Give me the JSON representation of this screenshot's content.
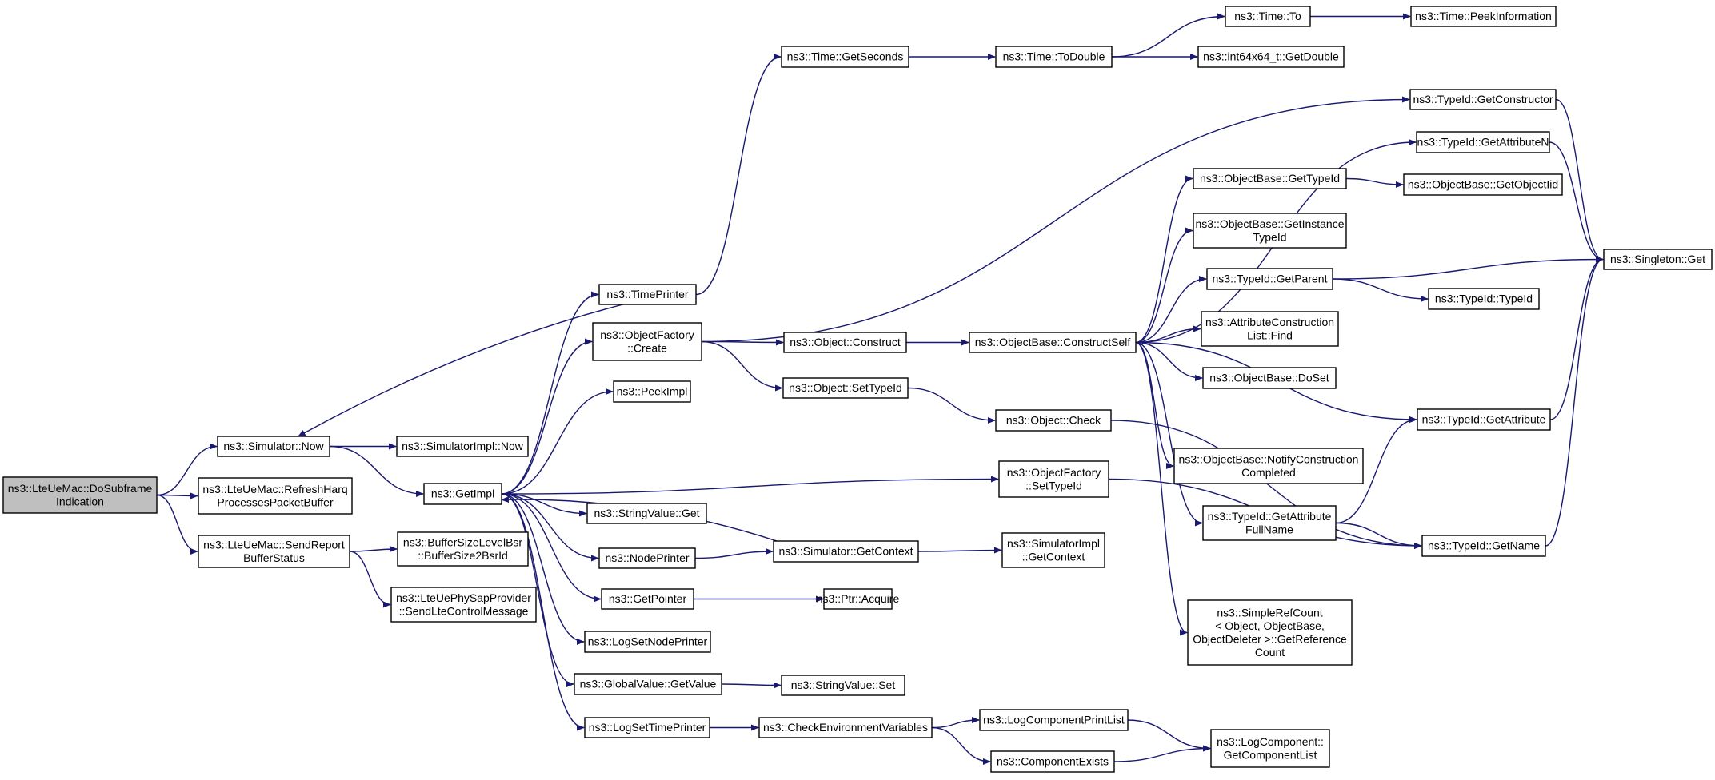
{
  "colors": {
    "edge": "#191970",
    "node_border": "#000000",
    "root_fill": "#bfbfbf",
    "external_border": "#ff0000",
    "node_fill": "#ffffff"
  },
  "nodes": [
    {
      "id": "root",
      "lines": [
        "ns3::LteUeMac::DoSubframe",
        "Indication"
      ],
      "style": "root"
    },
    {
      "id": "simnow",
      "lines": [
        "ns3::Simulator::Now"
      ]
    },
    {
      "id": "refresh",
      "lines": [
        "ns3::LteUeMac::RefreshHarq",
        "ProcessesPacketBuffer"
      ]
    },
    {
      "id": "sendreport",
      "lines": [
        "ns3::LteUeMac::SendReport",
        "BufferStatus"
      ]
    },
    {
      "id": "simimplnow",
      "lines": [
        "ns3::SimulatorImpl::Now"
      ]
    },
    {
      "id": "getimpl",
      "lines": [
        "ns3::GetImpl"
      ]
    },
    {
      "id": "bsr",
      "lines": [
        "ns3::BufferSizeLevelBsr",
        "::BufferSize2BsrId"
      ]
    },
    {
      "id": "phy",
      "lines": [
        "ns3::LteUePhySapProvider",
        "::SendLteControlMessage"
      ]
    },
    {
      "id": "timeprinter",
      "lines": [
        "ns3::TimePrinter"
      ]
    },
    {
      "id": "ofcreate",
      "lines": [
        "ns3::ObjectFactory",
        "::Create"
      ]
    },
    {
      "id": "peekimpl",
      "lines": [
        "ns3::PeekImpl"
      ]
    },
    {
      "id": "svget",
      "lines": [
        "ns3::StringValue::Get"
      ]
    },
    {
      "id": "nodeprinter",
      "lines": [
        "ns3::NodePrinter"
      ]
    },
    {
      "id": "getpointer",
      "lines": [
        "ns3::GetPointer"
      ]
    },
    {
      "id": "logsetnp",
      "lines": [
        "ns3::LogSetNodePrinter"
      ]
    },
    {
      "id": "gvgetvalue",
      "lines": [
        "ns3::GlobalValue::GetValue"
      ]
    },
    {
      "id": "logsettp",
      "lines": [
        "ns3::LogSetTimePrinter"
      ]
    },
    {
      "id": "timegetsec",
      "lines": [
        "ns3::Time::GetSeconds"
      ]
    },
    {
      "id": "objconstruct",
      "lines": [
        "ns3::Object::Construct"
      ]
    },
    {
      "id": "objsettypeid",
      "lines": [
        "ns3::Object::SetTypeId"
      ]
    },
    {
      "id": "simgetctx",
      "lines": [
        "ns3::Simulator::GetContext"
      ]
    },
    {
      "id": "ptracquire",
      "lines": [
        "ns3::Ptr::Acquire"
      ]
    },
    {
      "id": "svset",
      "lines": [
        "ns3::StringValue::Set"
      ]
    },
    {
      "id": "checkenv",
      "lines": [
        "ns3::CheckEnvironmentVariables"
      ]
    },
    {
      "id": "timetodouble",
      "lines": [
        "ns3::Time::ToDouble"
      ]
    },
    {
      "id": "obconstructself",
      "lines": [
        "ns3::ObjectBase::ConstructSelf"
      ]
    },
    {
      "id": "objcheck",
      "lines": [
        "ns3::Object::Check"
      ]
    },
    {
      "id": "ofsettypeid",
      "lines": [
        "ns3::ObjectFactory",
        "::SetTypeId"
      ]
    },
    {
      "id": "simimplgetctx",
      "lines": [
        "ns3::SimulatorImpl",
        "::GetContext"
      ]
    },
    {
      "id": "logcompprint",
      "lines": [
        "ns3::LogComponentPrintList"
      ]
    },
    {
      "id": "compexists",
      "lines": [
        "ns3::ComponentExists"
      ]
    },
    {
      "id": "timeto",
      "lines": [
        "ns3::Time::To"
      ],
      "style": "external"
    },
    {
      "id": "int64getdouble",
      "lines": [
        "ns3::int64x64_t::GetDouble"
      ]
    },
    {
      "id": "obgettypeid",
      "lines": [
        "ns3::ObjectBase::GetTypeId"
      ]
    },
    {
      "id": "obgetinst",
      "lines": [
        "ns3::ObjectBase::GetInstance",
        "TypeId"
      ]
    },
    {
      "id": "tidgetparent",
      "lines": [
        "ns3::TypeId::GetParent"
      ]
    },
    {
      "id": "acfind",
      "lines": [
        "ns3::AttributeConstruction",
        "List::Find"
      ]
    },
    {
      "id": "obdoset",
      "lines": [
        "ns3::ObjectBase::DoSet"
      ]
    },
    {
      "id": "obnotify",
      "lines": [
        "ns3::ObjectBase::NotifyConstruction",
        "Completed"
      ]
    },
    {
      "id": "tidgetattrfull",
      "lines": [
        "ns3::TypeId::GetAttribute",
        "FullName"
      ]
    },
    {
      "id": "srcount",
      "lines": [
        "ns3::SimpleRefCount",
        "< Object, ObjectBase,",
        " ObjectDeleter >::GetReference",
        "Count"
      ]
    },
    {
      "id": "logcompget",
      "lines": [
        "ns3::LogComponent::",
        "GetComponentList"
      ]
    },
    {
      "id": "timepeek",
      "lines": [
        "ns3::Time::PeekInformation"
      ],
      "style": "external"
    },
    {
      "id": "tidgetctor",
      "lines": [
        "ns3::TypeId::GetConstructor"
      ]
    },
    {
      "id": "tidgetattrn",
      "lines": [
        "ns3::TypeId::GetAttributeN"
      ]
    },
    {
      "id": "obgetobjtid",
      "lines": [
        "ns3::ObjectBase::GetObjectIid"
      ],
      "style": "external-faded"
    },
    {
      "id": "tidtypeid",
      "lines": [
        "ns3::TypeId::TypeId"
      ]
    },
    {
      "id": "tidgetattr",
      "lines": [
        "ns3::TypeId::GetAttribute"
      ]
    },
    {
      "id": "tidgetname",
      "lines": [
        "ns3::TypeId::GetName"
      ]
    },
    {
      "id": "singletonget",
      "lines": [
        "ns3::Singleton::Get"
      ]
    }
  ],
  "edges": [
    [
      "root",
      "simnow"
    ],
    [
      "root",
      "refresh"
    ],
    [
      "root",
      "sendreport"
    ],
    [
      "simnow",
      "simimplnow"
    ],
    [
      "simnow",
      "getimpl"
    ],
    [
      "sendreport",
      "bsr"
    ],
    [
      "sendreport",
      "phy"
    ],
    [
      "timeprinter",
      "simnow"
    ],
    [
      "getimpl",
      "timeprinter"
    ],
    [
      "getimpl",
      "ofcreate"
    ],
    [
      "getimpl",
      "peekimpl"
    ],
    [
      "getimpl",
      "svget"
    ],
    [
      "getimpl",
      "nodeprinter"
    ],
    [
      "getimpl",
      "getpointer"
    ],
    [
      "getimpl",
      "logsetnp"
    ],
    [
      "getimpl",
      "gvgetvalue"
    ],
    [
      "getimpl",
      "logsettp"
    ],
    [
      "getimpl",
      "ofsettypeid"
    ],
    [
      "simgetctx",
      "getimpl"
    ],
    [
      "timeprinter",
      "timegetsec"
    ],
    [
      "ofcreate",
      "objconstruct"
    ],
    [
      "ofcreate",
      "objsettypeid"
    ],
    [
      "ofcreate",
      "tidgetctor"
    ],
    [
      "nodeprinter",
      "simgetctx"
    ],
    [
      "getpointer",
      "ptracquire"
    ],
    [
      "gvgetvalue",
      "svset"
    ],
    [
      "logsettp",
      "checkenv"
    ],
    [
      "timegetsec",
      "timetodouble"
    ],
    [
      "timetodouble",
      "timeto"
    ],
    [
      "timetodouble",
      "int64getdouble"
    ],
    [
      "timeto",
      "timepeek"
    ],
    [
      "objconstruct",
      "obconstructself"
    ],
    [
      "objsettypeid",
      "objcheck"
    ],
    [
      "simgetctx",
      "simimplgetctx"
    ],
    [
      "checkenv",
      "logcompprint"
    ],
    [
      "checkenv",
      "compexists"
    ],
    [
      "logcompprint",
      "logcompget"
    ],
    [
      "compexists",
      "logcompget"
    ],
    [
      "obconstructself",
      "obgettypeid"
    ],
    [
      "obconstructself",
      "obgetinst"
    ],
    [
      "obconstructself",
      "tidgetparent"
    ],
    [
      "obconstructself",
      "acfind"
    ],
    [
      "obconstructself",
      "obdoset"
    ],
    [
      "obconstructself",
      "obnotify"
    ],
    [
      "obconstructself",
      "tidgetattrfull"
    ],
    [
      "obconstructself",
      "srcount"
    ],
    [
      "obconstructself",
      "tidgetattrn"
    ],
    [
      "obconstructself",
      "tidgetattr"
    ],
    [
      "obgettypeid",
      "obgetobjtid"
    ],
    [
      "tidgetparent",
      "singletonget"
    ],
    [
      "tidgetparent",
      "tidtypeid"
    ],
    [
      "tidgetattrfull",
      "tidgetattr"
    ],
    [
      "tidgetattrfull",
      "tidgetname"
    ],
    [
      "tidgetctor",
      "singletonget"
    ],
    [
      "tidgetattrn",
      "singletonget"
    ],
    [
      "tidgetattr",
      "singletonget"
    ],
    [
      "tidgetname",
      "singletonget"
    ],
    [
      "objcheck",
      "tidgetname"
    ],
    [
      "ofsettypeid",
      "tidgetname"
    ]
  ]
}
